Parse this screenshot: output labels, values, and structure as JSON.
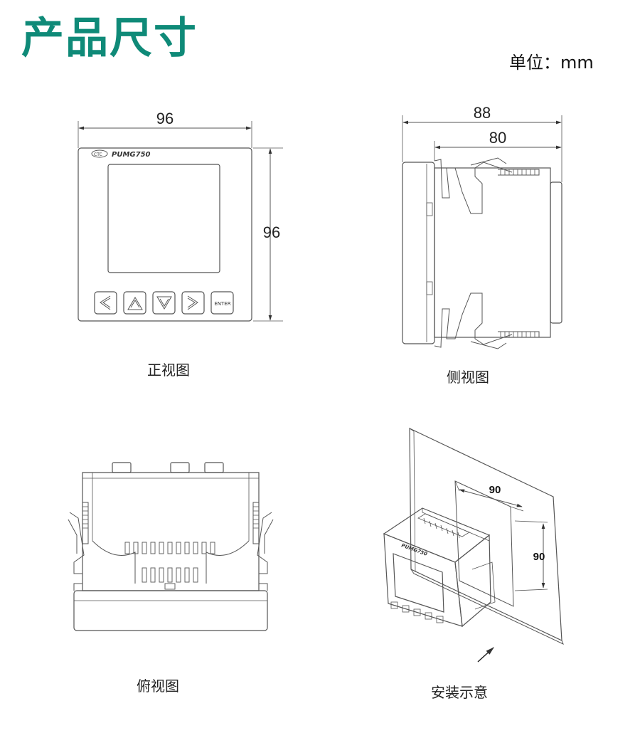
{
  "header": {
    "title": "产品尺寸",
    "unit": "单位：mm"
  },
  "front_view": {
    "caption": "正视图",
    "width_label": "96",
    "height_label": "96",
    "brand": "PUMG750",
    "buttons": [
      "left-arrow",
      "up-arrow",
      "down-arrow",
      "right-arrow",
      "enter"
    ],
    "enter_label": "ENTER"
  },
  "side_view": {
    "caption": "侧视图",
    "overall_depth_label": "88",
    "body_depth_label": "80"
  },
  "top_view": {
    "caption": "俯视图"
  },
  "install_view": {
    "caption": "安装示意",
    "cutout_width_label": "90",
    "cutout_height_label": "90",
    "brand": "PUMG750"
  },
  "colors": {
    "title": "#0f8a78",
    "line": "#555555"
  }
}
